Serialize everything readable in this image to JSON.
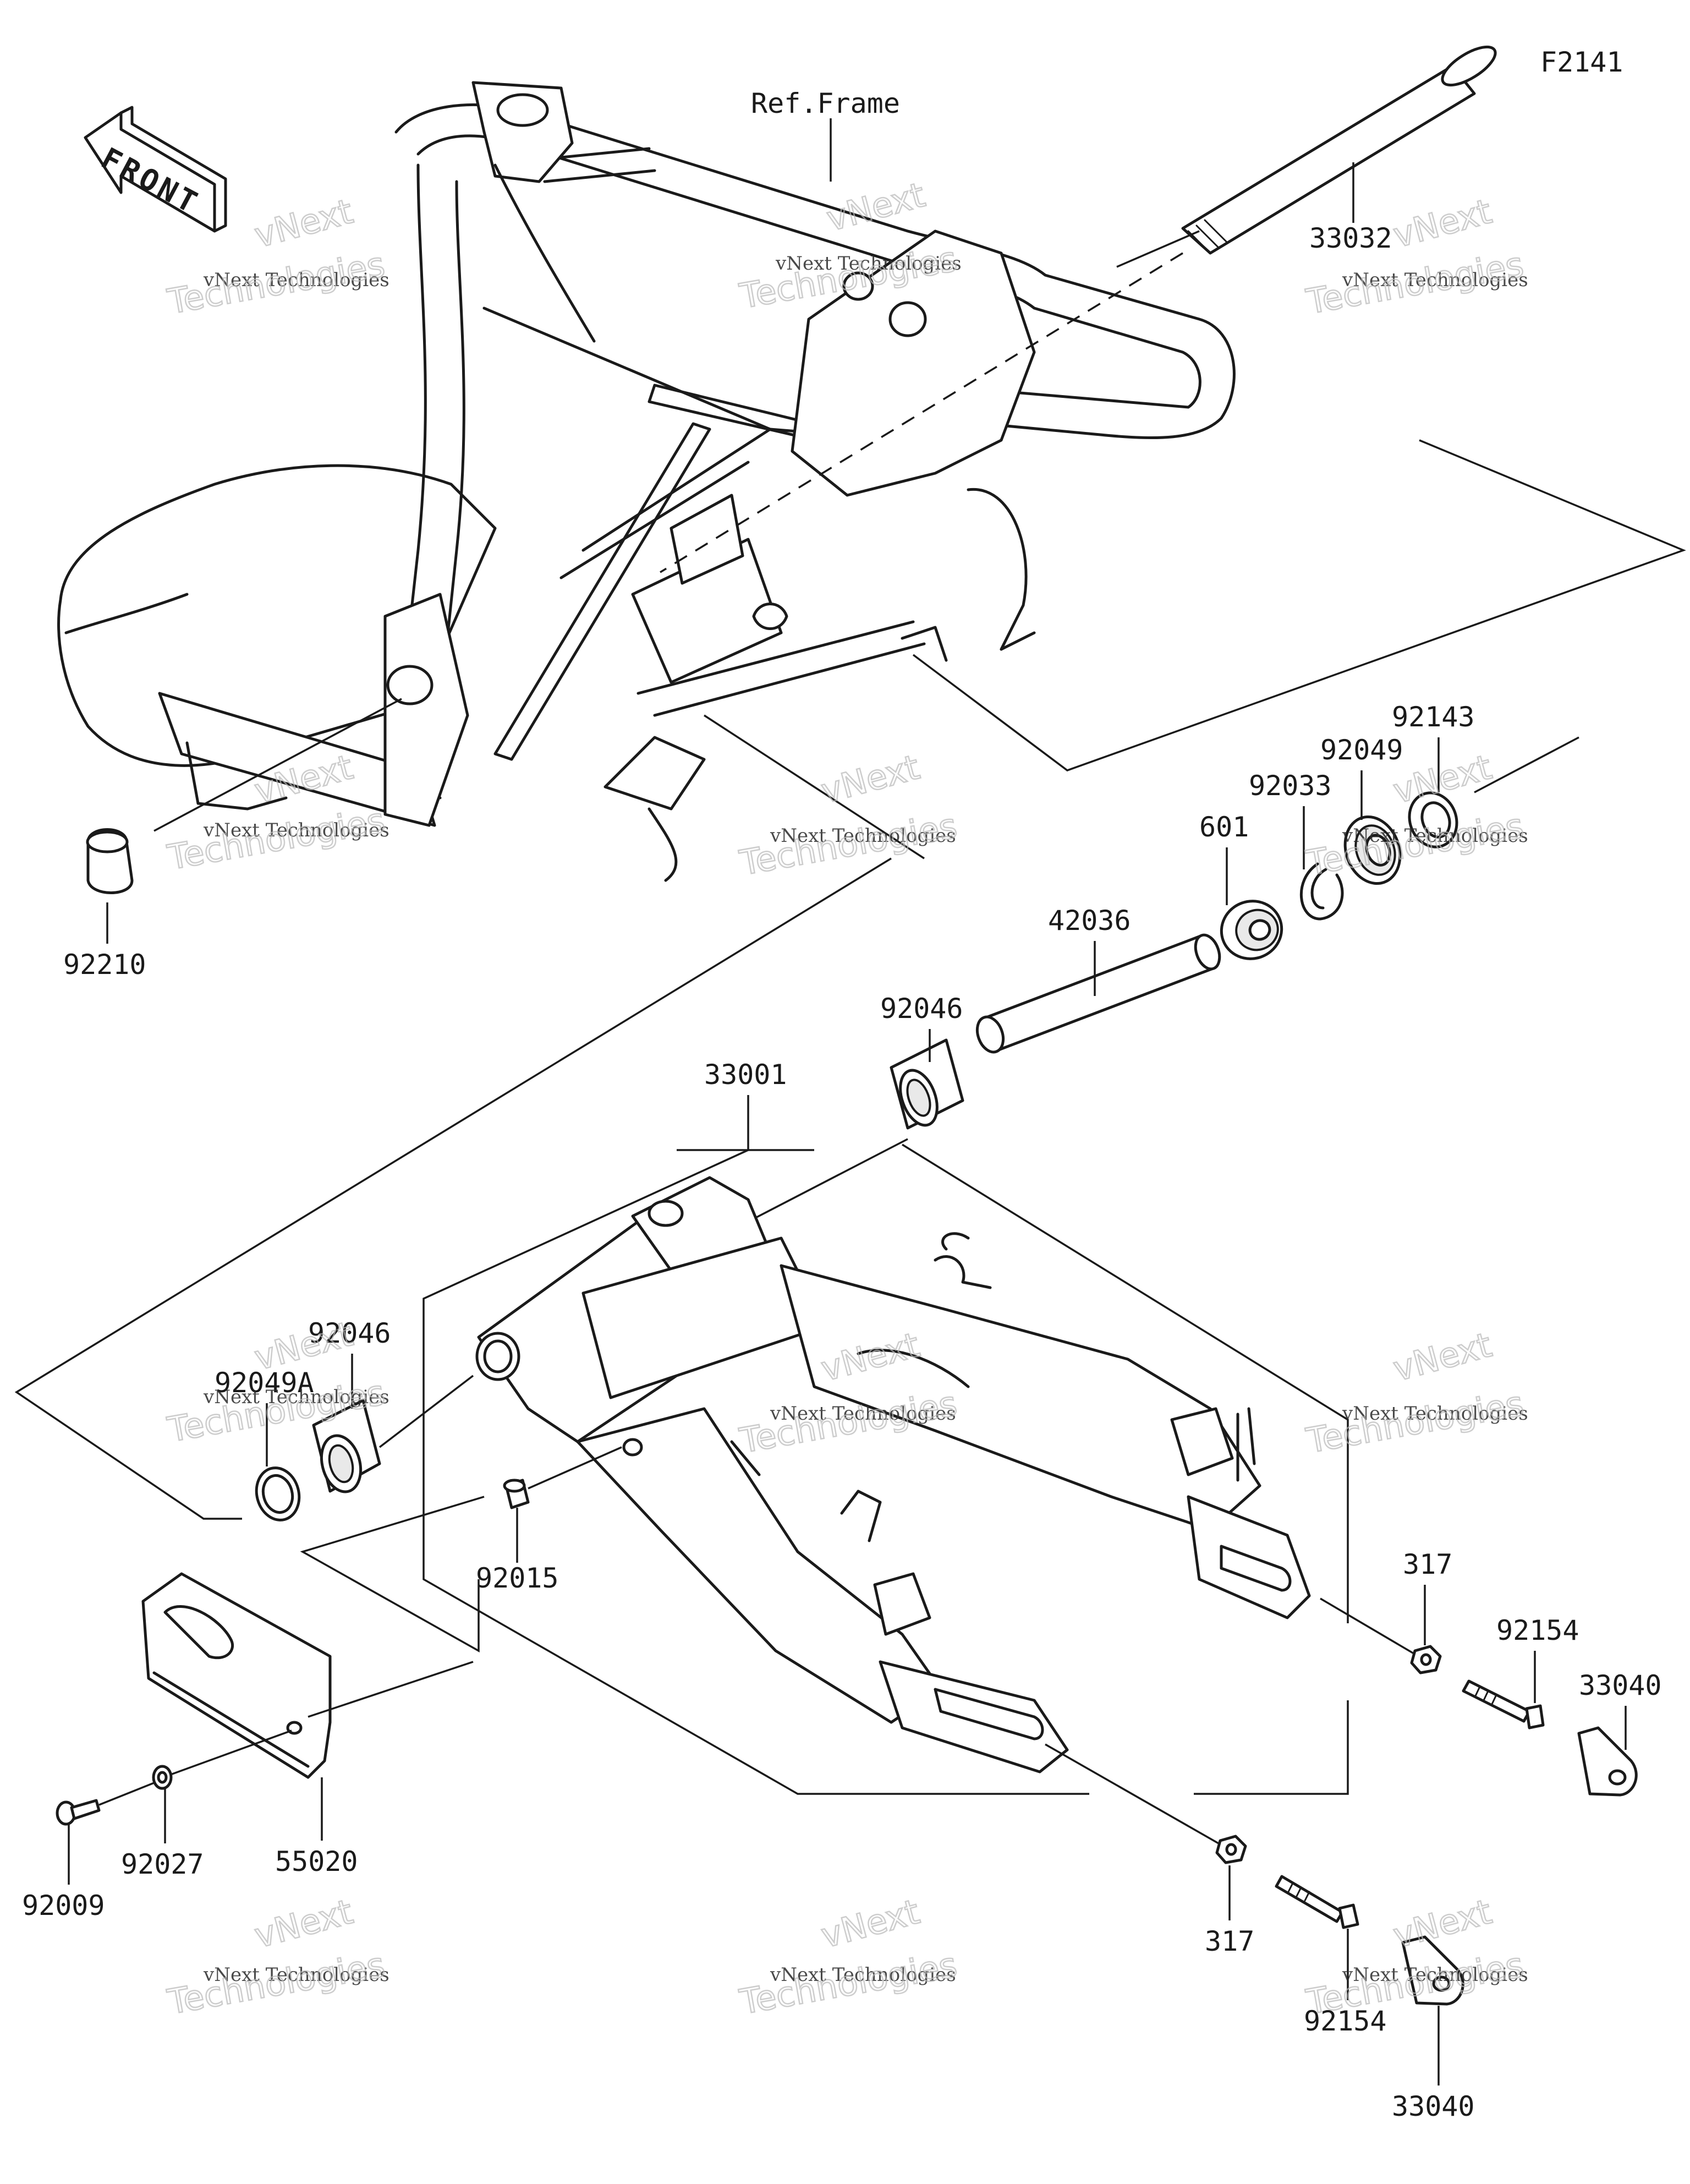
{
  "diagram_code": "F2141",
  "front_label": "FRONT",
  "frame_label": "Ref.Frame",
  "watermark": {
    "line1": "vNext Technologies",
    "line2": "vNext",
    "line3": "Technologies"
  },
  "parts": {
    "shaft_33032": "33032",
    "collar_92210": "92210",
    "seal_92143": "92143",
    "seal_92049": "92049",
    "circlip_92033": "92033",
    "bearing_601": "601",
    "sleeve_42036": "42036",
    "bearing_92046_top": "92046",
    "swingarm_33001": "33001",
    "bearing_92046_left": "92046",
    "seal_92049A": "92049A",
    "fitting_92015": "92015",
    "guard_55020": "55020",
    "bolt_92009": "92009",
    "washer_92027": "92027",
    "nut_317_right": "317",
    "nut_317_bottom": "317",
    "bolt_92154_right": "92154",
    "bolt_92154_bottom": "92154",
    "adjuster_33040_right": "33040",
    "adjuster_33040_bottom": "33040"
  }
}
